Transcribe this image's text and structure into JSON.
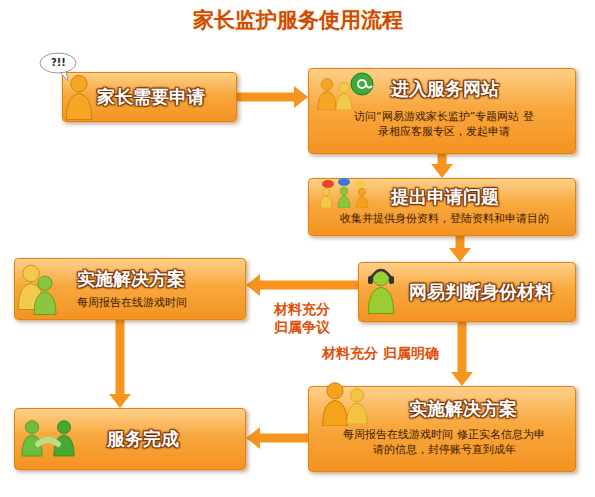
{
  "diagram": {
    "title": "家长监护服务使用流程",
    "nodes": [
      {
        "text": [
          "家长需要申请"
        ]
      },
      {
        "text": [
          "进入服务网站",
          "访问“网易游戏家长监护”专题网站 登录相应客服专区，发起申请"
        ]
      },
      {
        "text": [
          "提出申请问题",
          "收集并提供身份资料，登陆资料和申请目的"
        ]
      },
      {
        "text": [
          "网易判断身份材料"
        ]
      },
      {
        "text": [
          "实施解决方案",
          "每周报告在线游戏时间"
        ]
      },
      {
        "text": [
          "实施解决方案",
          "每周报告在线游戏时间 修正实名信息为申请的信息，封停账号直到成年"
        ]
      },
      {
        "text": [
          "服务完成"
        ]
      }
    ],
    "edges": [
      {
        "from": 0,
        "to": 1,
        "arrow": "to"
      },
      {
        "from": 1,
        "to": 2,
        "arrow": "to"
      },
      {
        "from": 2,
        "to": 3,
        "arrow": "to"
      },
      {
        "from": 3,
        "to": 4,
        "label": "材料充分 归属争议",
        "arrow": "to"
      },
      {
        "from": 3,
        "to": 5,
        "label": "材料充分 归属明确",
        "arrow": "to"
      },
      {
        "from": 4,
        "to": 6,
        "arrow": "to"
      },
      {
        "from": 5,
        "to": 6,
        "arrow": "to"
      }
    ],
    "labels": [
      "?!!"
    ]
  }
}
